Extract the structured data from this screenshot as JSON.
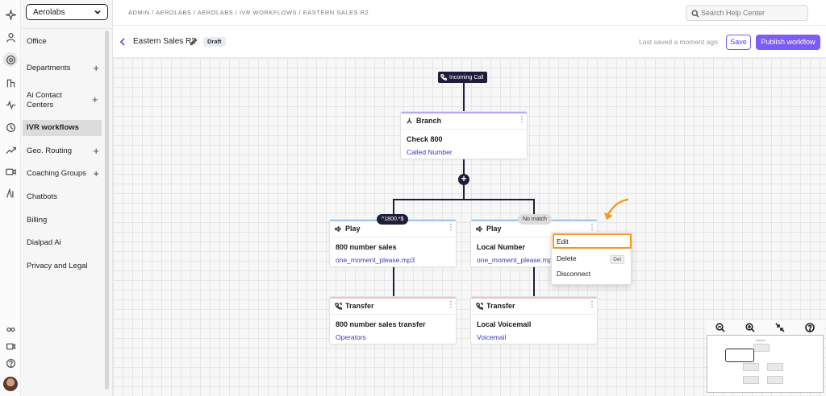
{
  "rail": {
    "icons": [
      "sparkle-icon",
      "person-icon",
      "settings-icon",
      "routing-icon",
      "pulse-icon",
      "history-icon",
      "trend-icon",
      "video-icon",
      "ai-icon",
      "coach-icon",
      "meeting-icon",
      "help-icon"
    ]
  },
  "sidebar": {
    "org": "Aerolabs",
    "items": [
      {
        "label": "Office",
        "plus": ""
      },
      {
        "label": "Departments",
        "plus": "+"
      },
      {
        "label": "Ai Contact Centers",
        "plus": "+"
      },
      {
        "label": "IVR workflows",
        "plus": ""
      },
      {
        "label": "Geo. Routing",
        "plus": "+"
      },
      {
        "label": "Coaching Groups",
        "plus": "+"
      },
      {
        "label": "Chatbots",
        "plus": ""
      },
      {
        "label": "Billing",
        "plus": ""
      },
      {
        "label": "Dialpad Ai",
        "plus": ""
      },
      {
        "label": "Privacy and Legal",
        "plus": ""
      }
    ]
  },
  "topbar": {
    "breadcrumb": "ADMIN / AEROLABS / AEROLABS / IVR WORKFLOWS / EASTERN SALES R2",
    "search_placeholder": "Search Help Center"
  },
  "header": {
    "title": "Eastern Sales R2",
    "status": "Draft",
    "saved_text": "Last saved a moment ago",
    "save_label": "Save",
    "publish_label": "Publish workflow"
  },
  "flow": {
    "start_label": "Incoming Call",
    "branch": {
      "type": "Branch",
      "name": "Check 800",
      "detail": "Called Number"
    },
    "conditions": {
      "left": "^1800.*$",
      "right": "No match"
    },
    "play_left": {
      "type": "Play",
      "name": "800 number sales",
      "detail": "one_moment_please.mp3"
    },
    "play_right": {
      "type": "Play",
      "name": "Local Number",
      "detail": "one_moment_please.mp3"
    },
    "transfer_left": {
      "type": "Transfer",
      "name": "800 number sales transfer",
      "detail": "Operators"
    },
    "transfer_right": {
      "type": "Transfer",
      "name": "Local Voicemail",
      "detail": "Voicemail"
    },
    "kebab": "⋮",
    "add": "+"
  },
  "context_menu": {
    "edit": "Edit",
    "delete": "Delete",
    "delete_shortcut": "Del",
    "disconnect": "Disconnect"
  },
  "colors": {
    "accent": "#7c5cf5",
    "node_dark": "#1e1e3a",
    "highlight": "#f39a1e",
    "branch_top": "#b8a8f0",
    "play_top": "#9cc6ec",
    "transfer_top": "#f2c2c2"
  }
}
